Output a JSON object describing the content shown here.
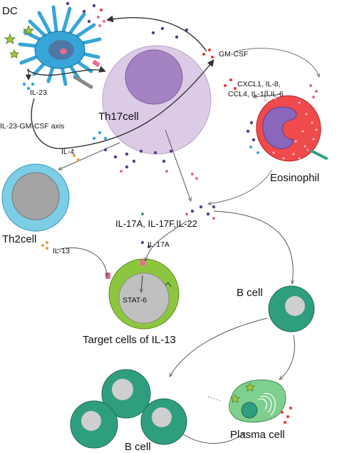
{
  "labels": {
    "dc": "DC",
    "th17": "Th17cell",
    "il23": "IL-23",
    "gmcsf": "GM-CSF",
    "cxcl_line1": "CXCL1, IL-8,",
    "cxcl_line2": "CCL4, IL-1β,IL-6",
    "axis": "IL-23-GM-CSF axis",
    "il4": "IL-4",
    "eosinophil": "Eosinophil",
    "th2": "Th2cell",
    "il17_group": "IL-17A, IL-17F,IL-22",
    "il13": "IL-13",
    "il17a": "IL-17A",
    "stat6": "STAT-6",
    "target": "Target cells of IL-13",
    "bcell_top": "B cell",
    "bcell_bottom": "B cell",
    "plasma": "Plasma cell"
  },
  "colors": {
    "dc_body": "#36a6d9",
    "dc_nucleus": "#4f77a5",
    "th17_outer": "#dccbe6",
    "th17_nucleus": "#a583c2",
    "eos_body": "#ef4a4c",
    "eos_nucleus": "#8b67bb",
    "th2_outer": "#7ccde6",
    "th2_nucleus": "#a4a4a4",
    "target_outer": "#8cc63f",
    "target_nucleus": "#c0c0c0",
    "bcell": "#2f9e7f",
    "bcell_nucleus": "#cfcfcf",
    "plasma": "#7fcf8e",
    "arrow": "#555555"
  }
}
